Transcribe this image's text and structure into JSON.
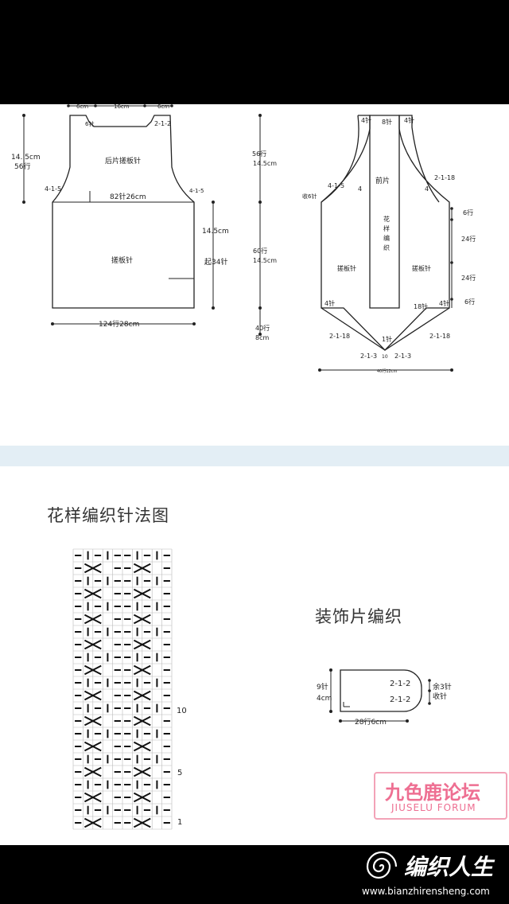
{
  "back_piece": {
    "top_widths": [
      "6cm",
      "16cm",
      "6cm"
    ],
    "neck_label": "2-1-2",
    "neck_stitches": "6针",
    "armhole_height": [
      "14. 5cm",
      "56行"
    ],
    "armhole_shaping": "4-1-5",
    "armhole_shaping_right": "4-1-5",
    "upper_name": "后片搓板针",
    "chest_width": "82针26cm",
    "lower_name": "搓板针",
    "lower_height": [
      "14.5cm",
      "起34针"
    ],
    "bottom_width": "124行28cm"
  },
  "center_column": [
    "56行",
    "14.5cm",
    "60行",
    "14.5cm",
    "40行",
    "8cm"
  ],
  "front_piece": {
    "shoulder_left": "4针",
    "shoulder_center": "8针",
    "shoulder_right": "4针",
    "name": "前片",
    "shape_right": "2-1-18",
    "shape_left": "4-1-5",
    "inner_left": "4",
    "inner_right": "4",
    "cast_off": "收6针",
    "pattern_label": [
      "花",
      "样",
      "编",
      "织"
    ],
    "left_name": "搓板针",
    "right_name": "搓板针",
    "right_side": [
      "6行",
      "24行",
      "24行",
      "6行"
    ],
    "left_bottom": "4针",
    "right_bottom": "4针",
    "bottom_center": "18针",
    "point_left": "2-1-18",
    "point_right": "2-1-18",
    "tip": "1针",
    "tip_left": "2-1-3",
    "tip_right": "2-1-3",
    "tip_center": "10",
    "width_label": "40行12cm"
  },
  "stitch_chart": {
    "title": "花样编织针法图",
    "row_markers": [
      "10",
      "5",
      "1"
    ]
  },
  "decoration": {
    "title": "装饰片编织",
    "left_height": [
      "9针",
      "4cm"
    ],
    "shaping_top": "2-1-2",
    "shaping_bottom": "2-1-2",
    "remain": [
      "余3针",
      "收针"
    ],
    "width": "28行6cm"
  },
  "watermark": {
    "title": "九色鹿论坛",
    "subtitle": "JIUSELU FORUM"
  },
  "brand": {
    "name": "编织人生",
    "url": "www.bianzhirensheng.com"
  }
}
